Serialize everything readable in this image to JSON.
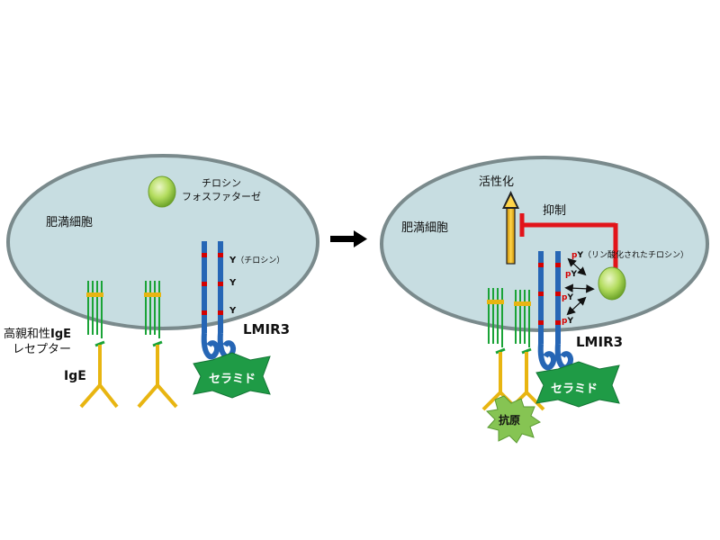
{
  "left_panel": {
    "mast_cell": "肥満細胞",
    "phosphatase_line1": "チロシン",
    "phosphatase_line2": "フォスファターゼ",
    "tyrosine_y": "Y",
    "tyrosine_label": "（チロシン）",
    "receptor_line1_prefix": "高親和性",
    "receptor_line1_bold": "IgE",
    "receptor_line2": "レセプター",
    "ige": "IgE",
    "lmir3": "LMIR3",
    "ceramide": "セラミド"
  },
  "right_panel": {
    "mast_cell": "肥満細胞",
    "activation": "活性化",
    "inhibition": "抑制",
    "p": "p",
    "y": "Y",
    "phospho_label": "（リン酸化されたチロシン）",
    "lmir3": "LMIR3",
    "ceramide": "セラミド",
    "antigen": "抗原"
  },
  "colors": {
    "cell_fill": "#c7dde1",
    "cell_stroke": "#7a8a8c",
    "receptor_green": "#1aa337",
    "ige_yellow": "#e8b511",
    "lmir_blue": "#2666b5",
    "phospho_red": "#d40000",
    "ceramide_green": "#1f9b46",
    "inhibition_red": "#e2141a",
    "enzyme_green": "#9ccc3c",
    "antigen_green": "#86c453"
  }
}
